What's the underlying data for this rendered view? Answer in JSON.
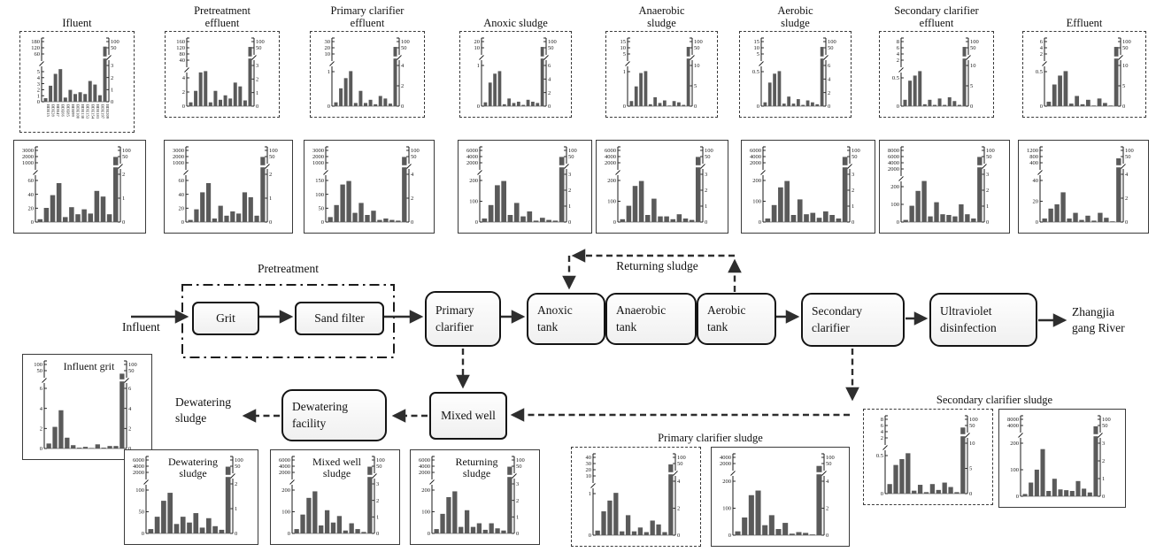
{
  "figure": {
    "background": "#ffffff",
    "bar_color": "#5a5a5a",
    "line_color": "#333333",
    "description_visible_text_only": true
  },
  "congeners": [
    "BDE15",
    "BDE28",
    "BDE47",
    "BDE66",
    "BDE85",
    "BDE99",
    "BDE100",
    "BDE138",
    "BDE153",
    "BDE154",
    "BDE183",
    "BDE197",
    "BDE209"
  ],
  "chart_data": [
    {
      "id": "influent",
      "type": "bar",
      "title_lines": [
        "Ifluent"
      ],
      "title_pos": "above",
      "border": "dashed",
      "left_top": [
        "180",
        "120",
        "60"
      ],
      "left_bottom": [
        "5",
        "4",
        "3",
        "2",
        "1",
        "0"
      ],
      "right_top": [
        "100",
        "50"
      ],
      "right_bottom": [
        "3",
        "2",
        "1",
        "0"
      ],
      "bars_frac": [
        0.06,
        0.27,
        0.47,
        0.55,
        0.07,
        0.2,
        0.13,
        0.16,
        0.13,
        0.35,
        0.29,
        0.11,
        0.93
      ],
      "bar_unit": "fraction_of_plot_height",
      "x_labels": true
    },
    {
      "id": "pretreatment-effluent",
      "type": "bar",
      "title_lines": [
        "Pretreatment",
        "effluent"
      ],
      "title_pos": "above",
      "border": "dashed",
      "left_top": [
        "160",
        "120",
        "80",
        "40"
      ],
      "left_bottom": [
        "4",
        "2",
        "0"
      ],
      "right_top": [
        "100",
        "50"
      ],
      "right_bottom": [
        "3",
        "2",
        "1",
        "0"
      ],
      "bars_frac": [
        0.06,
        0.24,
        0.53,
        0.55,
        0.06,
        0.24,
        0.1,
        0.17,
        0.12,
        0.37,
        0.31,
        0.09,
        0.93
      ],
      "x_labels": false
    },
    {
      "id": "primary-clarifier-effluent",
      "type": "bar",
      "title_lines": [
        "Primary clarifier",
        "effluent"
      ],
      "title_pos": "above",
      "border": "dashed",
      "left_top": [
        "30",
        "20",
        "10"
      ],
      "left_bottom": [
        "1",
        "0"
      ],
      "right_top": [
        "100",
        "50"
      ],
      "right_bottom": [
        "4",
        "2",
        "0"
      ],
      "bars_frac": [
        0.06,
        0.28,
        0.44,
        0.55,
        0.05,
        0.24,
        0.05,
        0.1,
        0.03,
        0.16,
        0.12,
        0.04,
        0.93
      ],
      "x_labels": false
    },
    {
      "id": "anoxic-sludge",
      "type": "bar",
      "title_lines": [
        "Anoxic sludge"
      ],
      "title_pos": "above",
      "border": "dashed",
      "left_top": [
        "20",
        "10"
      ],
      "left_bottom": [
        "1",
        "0"
      ],
      "right_top": [
        "100",
        "50"
      ],
      "right_bottom": [
        "6",
        "4",
        "2",
        "0"
      ],
      "bars_frac": [
        0.06,
        0.37,
        0.51,
        0.55,
        0.03,
        0.12,
        0.05,
        0.07,
        0.02,
        0.1,
        0.07,
        0.05,
        0.93
      ],
      "x_labels": false
    },
    {
      "id": "anaerobic-sludge",
      "type": "bar",
      "title_lines": [
        "Anaerobic",
        "sludge"
      ],
      "title_pos": "above",
      "border": "dashed",
      "left_top": [
        "15",
        "10",
        "5"
      ],
      "left_bottom": [
        "1",
        "0"
      ],
      "right_top": [
        "100",
        "50"
      ],
      "right_bottom": [
        "10",
        "5",
        "0"
      ],
      "bars_frac": [
        0.08,
        0.31,
        0.52,
        0.55,
        0.03,
        0.14,
        0.05,
        0.09,
        0.01,
        0.08,
        0.06,
        0.02,
        0.93
      ],
      "x_labels": false
    },
    {
      "id": "aerobic-sludge",
      "type": "bar",
      "title_lines": [
        "Aerobic",
        "sludge"
      ],
      "title_pos": "above",
      "border": "dashed",
      "left_top": [
        "15",
        "10",
        "5"
      ],
      "left_bottom": [
        "0.5",
        "0"
      ],
      "right_top": [
        "100",
        "50"
      ],
      "right_bottom": [
        "6",
        "4",
        "2",
        "0"
      ],
      "bars_frac": [
        0.06,
        0.37,
        0.51,
        0.55,
        0.04,
        0.15,
        0.04,
        0.11,
        0.02,
        0.09,
        0.06,
        0.03,
        0.93
      ],
      "x_labels": false
    },
    {
      "id": "secondary-clarifier-effluent",
      "type": "bar",
      "title_lines": [
        "Secondary clarifier",
        "effluent"
      ],
      "title_pos": "above",
      "border": "dashed",
      "left_top": [
        "8",
        "6",
        "4",
        "2"
      ],
      "left_bottom": [
        "0.5",
        "0"
      ],
      "right_top": [
        "100",
        "50"
      ],
      "right_bottom": [
        "10",
        "5",
        "0"
      ],
      "bars_frac": [
        0.1,
        0.4,
        0.48,
        0.55,
        0.03,
        0.1,
        0.02,
        0.12,
        0.02,
        0.14,
        0.08,
        0.02,
        0.93
      ],
      "x_labels": false
    },
    {
      "id": "effluent",
      "type": "bar",
      "title_lines": [
        "Effluent"
      ],
      "title_pos": "above",
      "border": "dashed",
      "left_top": [
        "6",
        "4",
        "2"
      ],
      "left_bottom": [
        "0.5",
        "0"
      ],
      "right_top": [
        "100",
        "50"
      ],
      "right_bottom": [
        "10",
        "5",
        "0"
      ],
      "bars_frac": [
        0.07,
        0.34,
        0.48,
        0.55,
        0.04,
        0.16,
        0.03,
        0.1,
        0.01,
        0.12,
        0.05,
        0.01,
        0.93
      ],
      "x_labels": false
    },
    {
      "id": "influent-b",
      "type": "bar",
      "title_lines": [],
      "title_pos": "none",
      "border": "solid",
      "left_top": [
        "3000",
        "2000",
        "1000"
      ],
      "left_bottom": [
        "60",
        "40",
        "20",
        "0"
      ],
      "right_top": [
        "100",
        "50"
      ],
      "right_bottom": [
        "2",
        "1",
        "0"
      ],
      "bars_frac": [
        0.04,
        0.2,
        0.38,
        0.55,
        0.07,
        0.21,
        0.11,
        0.18,
        0.12,
        0.44,
        0.36,
        0.11,
        0.92
      ],
      "x_labels": false
    },
    {
      "id": "pretreatment-effluent-b",
      "type": "bar",
      "title_lines": [],
      "title_pos": "none",
      "border": "solid",
      "left_top": [
        "3000",
        "2000",
        "1000"
      ],
      "left_bottom": [
        "60",
        "40",
        "20",
        "0"
      ],
      "right_top": [
        "100",
        "50"
      ],
      "right_bottom": [
        "2",
        "1",
        "0"
      ],
      "bars_frac": [
        0.03,
        0.18,
        0.42,
        0.55,
        0.05,
        0.23,
        0.09,
        0.15,
        0.12,
        0.42,
        0.35,
        0.09,
        0.92
      ],
      "x_labels": false
    },
    {
      "id": "primary-clarifier-effluent-b",
      "type": "bar",
      "title_lines": [],
      "title_pos": "none",
      "border": "solid",
      "left_top": [
        "3000",
        "2000",
        "1000"
      ],
      "left_bottom": [
        "150",
        "100",
        "50",
        "0"
      ],
      "right_top": [
        "100",
        "50"
      ],
      "right_bottom": [
        "4",
        "2",
        "0"
      ],
      "bars_frac": [
        0.07,
        0.24,
        0.53,
        0.58,
        0.13,
        0.27,
        0.1,
        0.16,
        0.03,
        0.05,
        0.03,
        0.02,
        0.92
      ],
      "x_labels": false
    },
    {
      "id": "anoxic-sludge-b",
      "type": "bar",
      "title_lines": [],
      "title_pos": "none",
      "border": "solid",
      "left_top": [
        "6000",
        "4000",
        "2000"
      ],
      "left_bottom": [
        "200",
        "100",
        "0"
      ],
      "right_top": [
        "100",
        "50"
      ],
      "right_bottom": [
        "3",
        "2",
        "1",
        "0"
      ],
      "bars_frac": [
        0.05,
        0.24,
        0.52,
        0.58,
        0.1,
        0.27,
        0.08,
        0.15,
        0.02,
        0.06,
        0.03,
        0.02,
        0.92
      ],
      "x_labels": false
    },
    {
      "id": "anaerobic-sludge-b",
      "type": "bar",
      "title_lines": [],
      "title_pos": "none",
      "border": "solid",
      "left_top": [
        "6000",
        "4000",
        "2000"
      ],
      "left_bottom": [
        "200",
        "100",
        "0"
      ],
      "right_top": [
        "100",
        "50"
      ],
      "right_bottom": [
        "3",
        "2",
        "1",
        "0"
      ],
      "bars_frac": [
        0.04,
        0.23,
        0.51,
        0.58,
        0.1,
        0.33,
        0.08,
        0.08,
        0.04,
        0.11,
        0.05,
        0.03,
        0.92
      ],
      "x_labels": false
    },
    {
      "id": "aerobic-sludge-b",
      "type": "bar",
      "title_lines": [],
      "title_pos": "none",
      "border": "solid",
      "left_top": [
        "6000",
        "4000",
        "2000"
      ],
      "left_bottom": [
        "200",
        "100",
        "0"
      ],
      "right_top": [
        "100",
        "50"
      ],
      "right_bottom": [
        "3",
        "2",
        "1",
        "0"
      ],
      "bars_frac": [
        0.05,
        0.24,
        0.49,
        0.58,
        0.1,
        0.32,
        0.11,
        0.13,
        0.06,
        0.15,
        0.1,
        0.05,
        0.92
      ],
      "x_labels": false
    },
    {
      "id": "secondary-clarifier-effluent-b",
      "type": "bar",
      "title_lines": [],
      "title_pos": "none",
      "border": "solid",
      "left_top": [
        "8000",
        "6000",
        "4000",
        "2000"
      ],
      "left_bottom": [
        "200",
        "100",
        "0"
      ],
      "right_top": [
        "100",
        "50"
      ],
      "right_bottom": [
        "3",
        "2",
        "1",
        "0"
      ],
      "bars_frac": [
        0.03,
        0.23,
        0.44,
        0.58,
        0.08,
        0.28,
        0.11,
        0.1,
        0.08,
        0.25,
        0.11,
        0.05,
        0.92
      ],
      "x_labels": false
    },
    {
      "id": "effluent-b",
      "type": "bar",
      "title_lines": [],
      "title_pos": "none",
      "border": "solid",
      "left_top": [
        "1200",
        "800",
        "400"
      ],
      "left_bottom": [
        "40",
        "20",
        "0"
      ],
      "right_top": [
        "100",
        "50"
      ],
      "right_bottom": [
        "4",
        "2",
        "0"
      ],
      "bars_frac": [
        0.05,
        0.19,
        0.25,
        0.42,
        0.05,
        0.13,
        0.03,
        0.09,
        0.02,
        0.13,
        0.06,
        0.01,
        0.9
      ],
      "x_labels": false
    },
    {
      "id": "influent-grit",
      "type": "bar",
      "title_lines": [
        "Influent grit"
      ],
      "title_pos": "inside",
      "border": "solid",
      "left_top": [
        "100",
        "50"
      ],
      "left_bottom": [
        "6",
        "4",
        "2",
        "0"
      ],
      "right_top": [
        "100",
        "50"
      ],
      "right_bottom": [
        "6",
        "4",
        "2",
        "0"
      ],
      "bars_frac": [
        0.06,
        0.26,
        0.46,
        0.13,
        0.04,
        0.01,
        0.02,
        0.005,
        0.05,
        0.01,
        0.03,
        0.03,
        0.9
      ],
      "x_labels": false
    },
    {
      "id": "dewatering-sludge",
      "type": "bar",
      "title_lines": [
        "Dewatering",
        "sludge"
      ],
      "title_pos": "inside",
      "border": "solid",
      "left_top": [
        "6000",
        "4000",
        "2000"
      ],
      "left_bottom": [
        "100",
        "50",
        "0"
      ],
      "right_top": [
        "100",
        "50"
      ],
      "right_bottom": [
        "2",
        "1",
        "0"
      ],
      "bars_frac": [
        0.06,
        0.23,
        0.45,
        0.56,
        0.13,
        0.23,
        0.15,
        0.28,
        0.08,
        0.21,
        0.1,
        0.05,
        0.92
      ],
      "x_labels": false
    },
    {
      "id": "mixed-well-sludge",
      "type": "bar",
      "title_lines": [
        "Mixed well",
        "sludge"
      ],
      "title_pos": "inside",
      "border": "solid",
      "left_top": [
        "6000",
        "4000",
        "2000"
      ],
      "left_bottom": [
        "200",
        "100",
        "0"
      ],
      "right_top": [
        "100",
        "50"
      ],
      "right_bottom": [
        "3",
        "2",
        "1",
        "0"
      ],
      "bars_frac": [
        0.06,
        0.26,
        0.49,
        0.58,
        0.11,
        0.32,
        0.15,
        0.24,
        0.04,
        0.14,
        0.06,
        0.02,
        0.92
      ],
      "x_labels": false
    },
    {
      "id": "returning-sludge",
      "type": "bar",
      "title_lines": [
        "Returning",
        "sludge"
      ],
      "title_pos": "inside",
      "border": "solid",
      "left_top": [
        "6000",
        "4000",
        "2000"
      ],
      "left_bottom": [
        "200",
        "100",
        "0"
      ],
      "right_top": [
        "100",
        "50"
      ],
      "right_bottom": [
        "3",
        "2",
        "1",
        "0"
      ],
      "bars_frac": [
        0.06,
        0.27,
        0.5,
        0.58,
        0.09,
        0.32,
        0.09,
        0.14,
        0.05,
        0.14,
        0.07,
        0.04,
        0.92
      ],
      "x_labels": false
    },
    {
      "id": "primary-clarifier-sludge-1",
      "type": "bar",
      "title_lines": [],
      "title_pos": "none",
      "border": "dashed",
      "left_top": [
        "40",
        "30",
        "20",
        "10"
      ],
      "left_bottom": [
        "1",
        "0"
      ],
      "right_top": [
        "100",
        "50"
      ],
      "right_bottom": [
        "4",
        "2",
        "0"
      ],
      "bars_frac": [
        0.06,
        0.31,
        0.45,
        0.55,
        0.05,
        0.26,
        0.05,
        0.1,
        0.04,
        0.19,
        0.14,
        0.04,
        0.92
      ],
      "x_labels": false
    },
    {
      "id": "primary-clarifier-sludge-2",
      "type": "bar",
      "title_lines": [],
      "title_pos": "none",
      "border": "solid",
      "left_top": [
        "4000",
        "2000"
      ],
      "left_bottom": [
        "200",
        "100",
        "0"
      ],
      "right_top": [
        "100",
        "50"
      ],
      "right_bottom": [
        "4",
        "2",
        "0"
      ],
      "bars_frac": [
        0.05,
        0.23,
        0.52,
        0.58,
        0.13,
        0.26,
        0.08,
        0.16,
        0.02,
        0.04,
        0.03,
        0.01,
        0.9
      ],
      "x_labels": false
    },
    {
      "id": "secondary-clarifier-sludge-1",
      "type": "bar",
      "title_lines": [],
      "title_pos": "none",
      "border": "dashed",
      "left_top": [
        "8",
        "6",
        "4",
        "2"
      ],
      "left_bottom": [
        "0.5",
        "0"
      ],
      "right_top": [
        "100",
        "50"
      ],
      "right_bottom": [
        "10",
        "5",
        "0"
      ],
      "bars_frac": [
        0.13,
        0.39,
        0.47,
        0.55,
        0.04,
        0.12,
        0.02,
        0.13,
        0.05,
        0.15,
        0.09,
        0.02,
        0.9
      ],
      "x_labels": false
    },
    {
      "id": "secondary-clarifier-sludge-2",
      "type": "bar",
      "title_lines": [],
      "title_pos": "none",
      "border": "solid",
      "left_top": [
        "8000",
        "4000"
      ],
      "left_bottom": [
        "200",
        "100",
        "0"
      ],
      "right_top": [
        "100",
        "50"
      ],
      "right_bottom": [
        "3",
        "2",
        "1",
        "0"
      ],
      "bars_frac": [
        0.03,
        0.18,
        0.35,
        0.62,
        0.07,
        0.23,
        0.09,
        0.08,
        0.07,
        0.2,
        0.1,
        0.05,
        0.92
      ],
      "x_labels": false
    }
  ],
  "flow": {
    "influent": "Influent",
    "pretreatment": "Pretreatment",
    "returning_sludge": "Returning sludge",
    "river_line1": "Zhangjia",
    "river_line2": "gang River",
    "dewatering_line1": "Dewatering",
    "dewatering_line2": "sludge",
    "nodes": [
      {
        "id": "grit",
        "label": "Grit"
      },
      {
        "id": "sand-filter",
        "label": "Sand filter"
      },
      {
        "id": "primary-clarifier",
        "label": "Primary clarifier"
      },
      {
        "id": "anoxic-tank",
        "label": "Anoxic tank"
      },
      {
        "id": "anaerobic-tank",
        "label": "Anaerobic tank"
      },
      {
        "id": "aerobic-tank",
        "label": "Aerobic tank"
      },
      {
        "id": "secondary-clarifier",
        "label": "Secondary clarifier"
      },
      {
        "id": "ultraviolet-disinfection",
        "label": "Ultraviolet disinfection"
      },
      {
        "id": "mixed-well",
        "label": "Mixed well"
      },
      {
        "id": "dewatering-facility",
        "label": "Dewatering facility"
      }
    ]
  },
  "section_labels": {
    "primary": "Primary clarifier sludge",
    "secondary": "Secondary clarifier sludge"
  }
}
